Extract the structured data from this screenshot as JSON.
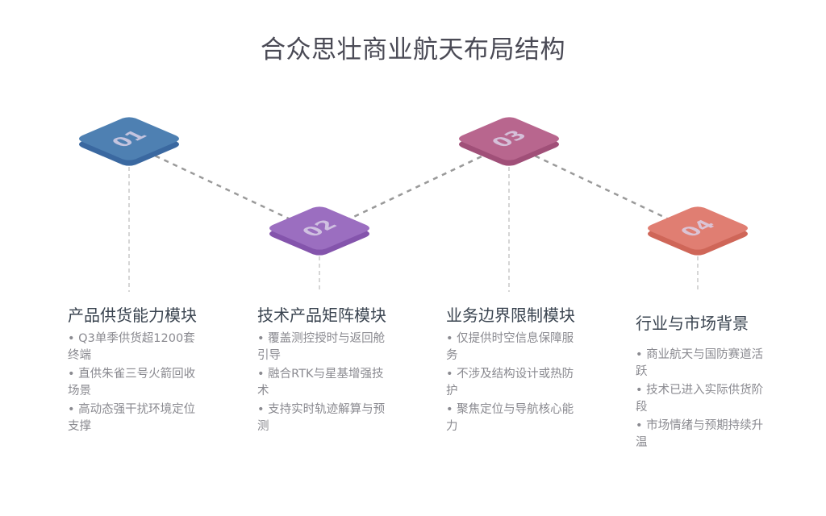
{
  "title": "合众思壮商业航天布局结构",
  "steps": [
    {
      "number": "01",
      "color": "#4e80b2",
      "side_color": "#3a68a0",
      "heading": "产品供货能力模块",
      "bullets": [
        "Q3单季供货超1200套终端",
        "直供朱雀三号火箭回收场景",
        "高动态强干扰环境定位支撑"
      ]
    },
    {
      "number": "02",
      "color": "#9b6ec0",
      "side_color": "#8454ac",
      "heading": "技术产品矩阵模块",
      "bullets": [
        "覆盖测控授时与返回舱引导",
        "融合RTK与星基增强技术",
        "支持实时轨迹解算与预测"
      ]
    },
    {
      "number": "03",
      "color": "#b8668e",
      "side_color": "#a04f78",
      "heading": "业务边界限制模块",
      "bullets": [
        "仅提供时空信息保障服务",
        "不涉及结构设计或热防护",
        "聚焦定位与导航核心能力"
      ]
    },
    {
      "number": "04",
      "color": "#e07e72",
      "side_color": "#cf6658",
      "heading": "行业与市场背景",
      "bullets": [
        "商业航天与国防赛道活跃",
        "技术已进入实际供货阶段",
        "市场情绪与预期持续升温"
      ]
    }
  ],
  "colors": {
    "connector": "#9a9a9a",
    "drop_line": "#c8c8c8",
    "number_text": "#d9d0e6"
  }
}
